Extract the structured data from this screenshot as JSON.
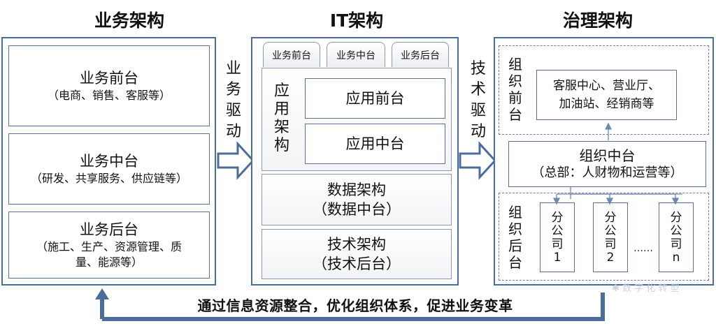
{
  "headers": {
    "business": "业务架构",
    "it": "IT架构",
    "governance": "治理架构"
  },
  "business": {
    "front": {
      "title": "业务前台",
      "detail": "（电商、销售、客服等）"
    },
    "middle": {
      "title": "业务中台",
      "detail": "（研发、共享服务、供应链等）"
    },
    "back": {
      "title": "业务后台",
      "detail_line1": "（施工、生产、资源管理、质",
      "detail_line2": "量、能源等）"
    }
  },
  "drivers": {
    "business_driven": [
      "业",
      "务",
      "驱",
      "动"
    ],
    "tech_driven": [
      "技",
      "术",
      "驱",
      "动"
    ]
  },
  "it": {
    "tabs": [
      "业务前台",
      "业务中台",
      "业务后台"
    ],
    "app_arch_label": [
      "应",
      "用",
      "架",
      "构"
    ],
    "app_front": "应用前台",
    "app_middle": "应用中台",
    "data_arch": {
      "title": "数据架构",
      "sub": "（数据中台）"
    },
    "tech_arch": {
      "title": "技术架构",
      "sub": "（技术后台）"
    }
  },
  "governance": {
    "org_front_label": [
      "组",
      "织",
      "前",
      "台"
    ],
    "org_front_box": {
      "line1": "客服中心、营业厅、",
      "line2": "加油站、经销商等"
    },
    "org_middle": {
      "title": "组织中台",
      "sub": "（总部：人财物和运营等）"
    },
    "org_back_label": [
      "组",
      "织",
      "后",
      "台"
    ],
    "branches": [
      {
        "label": [
          "分",
          "公",
          "司",
          "1"
        ]
      },
      {
        "label": [
          "分",
          "公",
          "司",
          "2"
        ]
      },
      {
        "label": [
          "分",
          "公",
          "司",
          "n"
        ]
      }
    ],
    "ellipsis": "……"
  },
  "footer": {
    "text": "通过信息资源整合，优化组织体系，促进业务变革"
  },
  "watermark": "✱ 数 字 化 转 型",
  "colors": {
    "border": "#4a6d9c",
    "arrow": "#5b7fb0",
    "arrow_fill": "#ffffff"
  }
}
